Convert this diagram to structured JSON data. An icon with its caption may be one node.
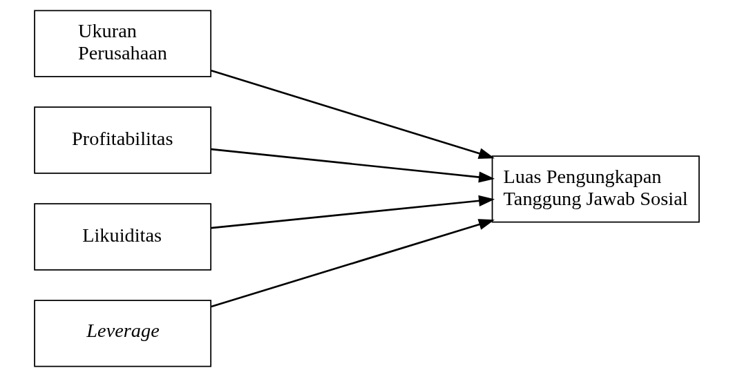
{
  "diagram": {
    "nodes": [
      {
        "text": [
          "Ukuran Perusahaan"
        ]
      },
      {
        "text": [
          "Profitabilitas"
        ]
      },
      {
        "text": [
          "Likuiditas"
        ]
      },
      {
        "text": [
          "Leverage"
        ]
      },
      {
        "text": [
          "Luas Pengungkapan Tanggung Jawab Sosial"
        ]
      }
    ],
    "edges": [
      {
        "from": 0,
        "to": 4,
        "arrow": "to"
      },
      {
        "from": 1,
        "to": 4,
        "arrow": "to"
      },
      {
        "from": 2,
        "to": 4,
        "arrow": "to"
      },
      {
        "from": 3,
        "to": 4,
        "arrow": "to"
      }
    ]
  }
}
